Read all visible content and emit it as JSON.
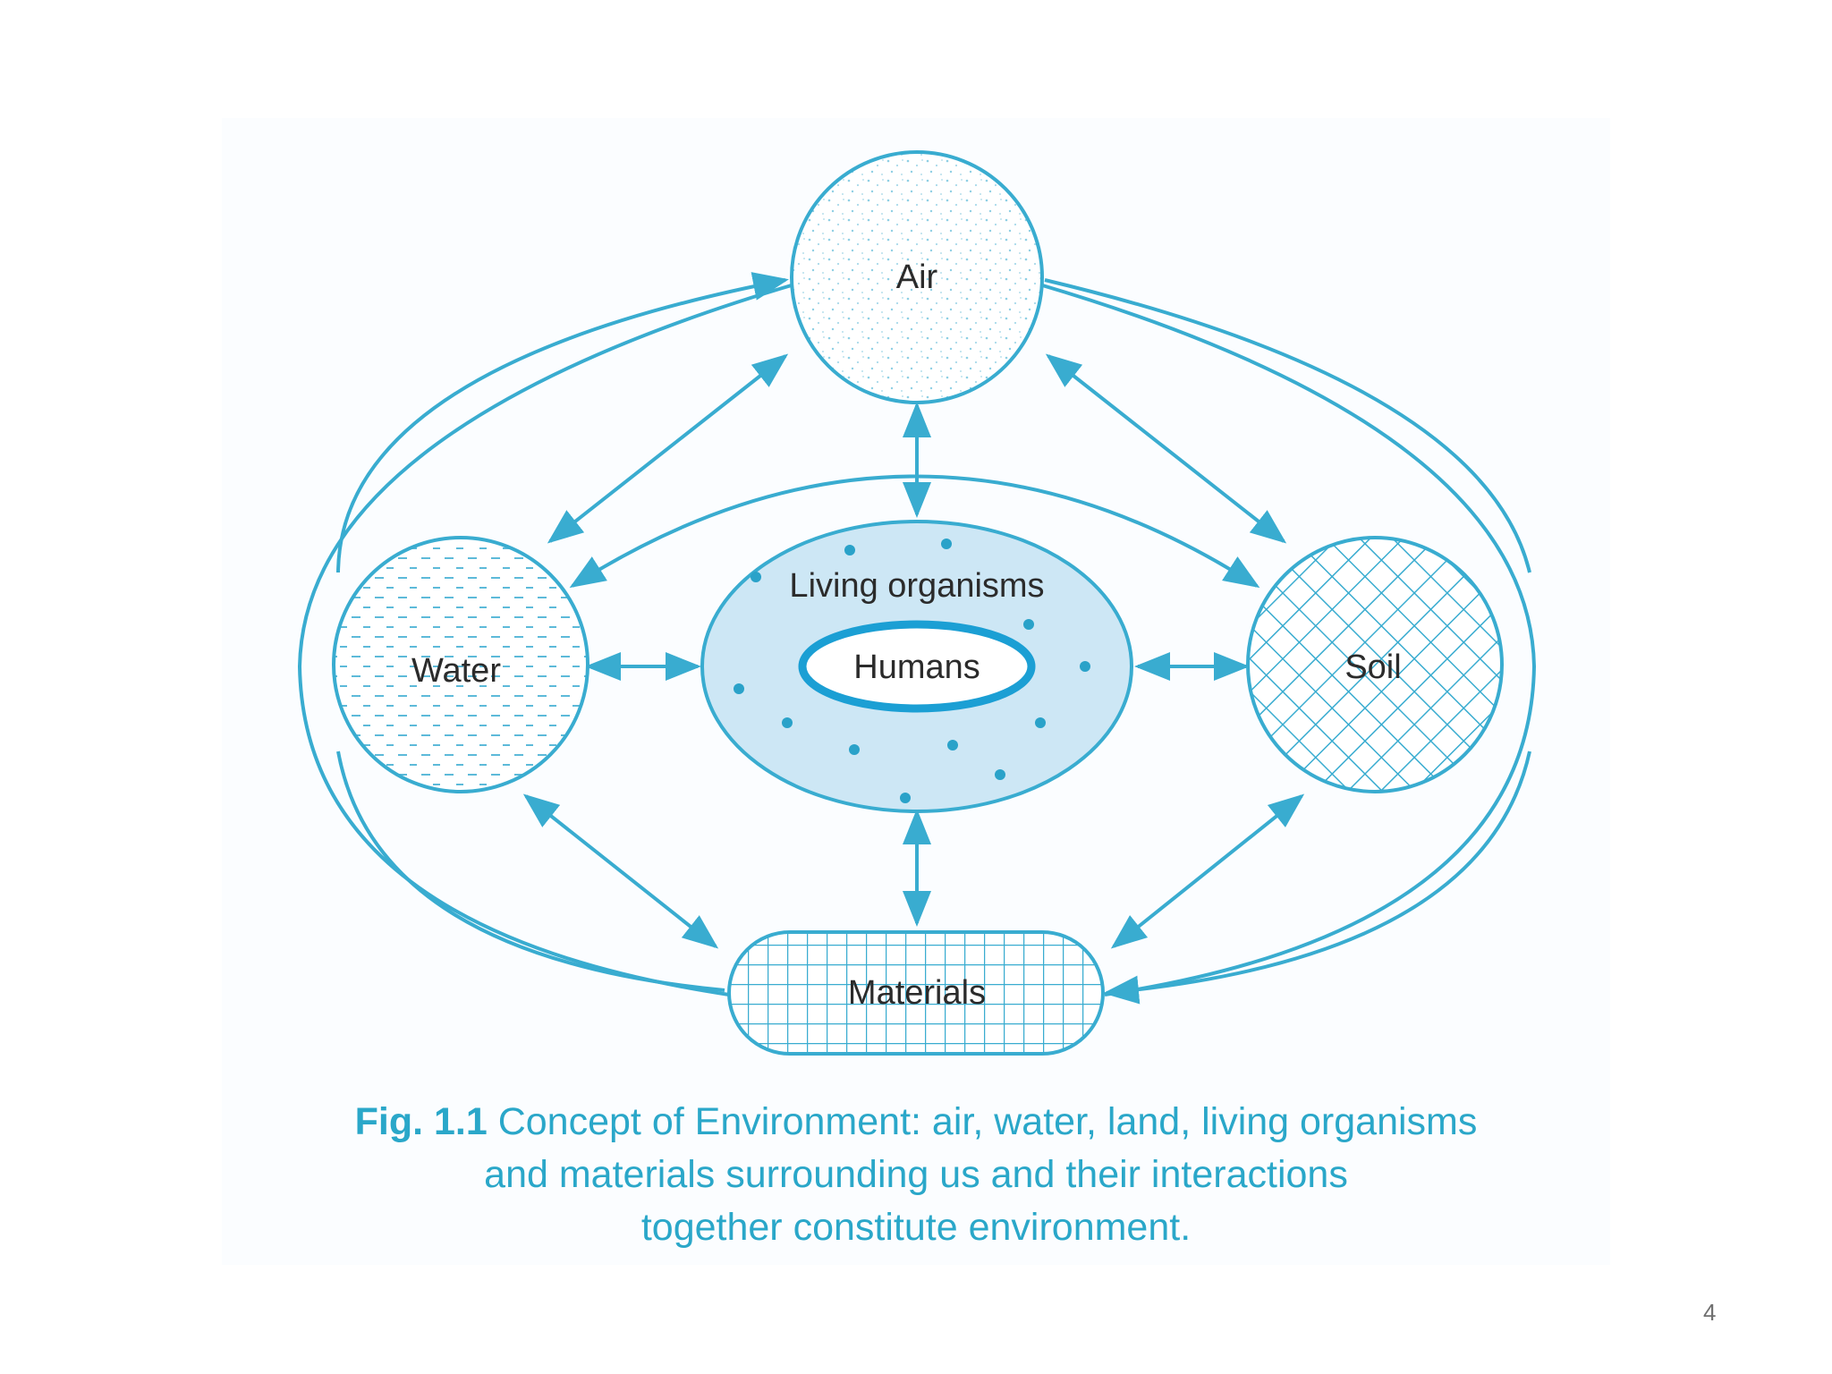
{
  "diagram": {
    "nodes": {
      "air": "Air",
      "water": "Water",
      "soil": "Soil",
      "living": "Living organisms",
      "humans": "Humans",
      "materials": "Materials"
    }
  },
  "caption": {
    "fig_number": "Fig. 1.1",
    "line1": "Concept of Environment: air, water, land, living organisms",
    "line2": "and materials surrounding us and their interactions",
    "line3": "together constitute environment."
  },
  "page_number": "4",
  "colors": {
    "stroke": "#39acd0",
    "living_fill": "#cde7f5",
    "caption": "#2aa7c9"
  }
}
